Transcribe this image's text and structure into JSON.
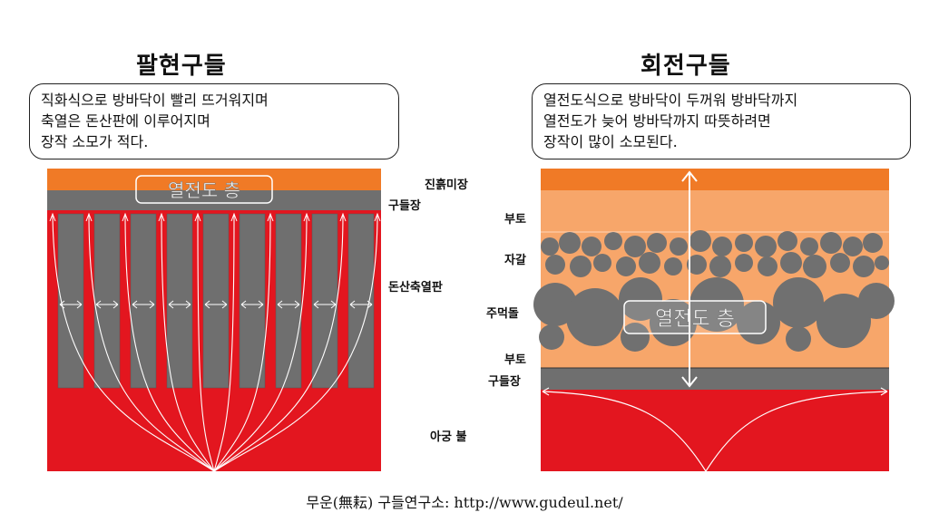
{
  "left": {
    "title": "팔현구들",
    "bubble": [
      "직화식으로 방바닥이 빨리 뜨거워지며",
      "축열은 돈산판에 이루어지며",
      "장작 소모가 적다."
    ],
    "layer_text": "열전도 층"
  },
  "right": {
    "title": "회전구들",
    "bubble": [
      "열전도식으로 방바닥이 두꺼워 방바닥까지",
      "열전도가 늦어 방바닥까지 따뜻하려면",
      "장작이 많이 소모된다."
    ],
    "layer_text": "열전도 층"
  },
  "labels": {
    "jinheuk": "진흙미장",
    "gudeuljang_left": "구들장",
    "donsan": "돈산축열판",
    "agung": "아궁 불",
    "buto_top": "부토",
    "jagal": "자갈",
    "jumeokdol": "주먹돌",
    "buto_bottom": "부토",
    "gudeuljang_right": "구들장"
  },
  "footer": "무운(無耘) 구들연구소: http://www.gudeul.net/",
  "colors": {
    "orange": "#f07a26",
    "light_orange": "#f7a66a",
    "gray": "#6f6f6f",
    "red": "#e3161f",
    "stone": "#707070"
  }
}
